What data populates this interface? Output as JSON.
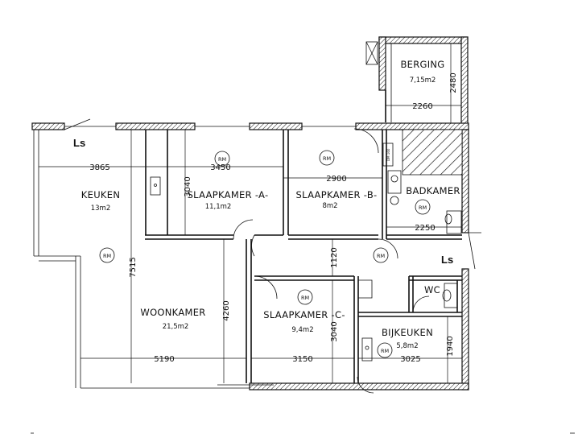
{
  "rooms": {
    "berging": {
      "name": "BERGING",
      "area": "7,15m2"
    },
    "keuken": {
      "name": "KEUKEN",
      "area": "13m2"
    },
    "slaapkamer_a": {
      "name": "SLAAPKAMER -A-",
      "area": "11,1m2"
    },
    "slaapkamer_b": {
      "name": "SLAAPKAMER -B-",
      "area": "8m2"
    },
    "badkamer": {
      "name": "BADKAMER"
    },
    "woonkamer": {
      "name": "WOONKAMER",
      "area": "21,5m2"
    },
    "slaapkamer_c": {
      "name": "SLAAPKAMER -C-",
      "area": "9,4m2"
    },
    "bijkeuken": {
      "name": "BIJKEUKEN",
      "area": "5,8m2"
    },
    "wc": {
      "name": "WC"
    }
  },
  "dimensions": {
    "berging_width": "2260",
    "berging_depth": "2480",
    "keuken_width": "3865",
    "slaapkamer_a_width": "3450",
    "slaapkamer_a_depth": "3040",
    "slaapkamer_b_width": "2900",
    "badkamer_width": "2250",
    "woonkamer_depth_total": "7515",
    "hall_gap": "1120",
    "woonkamer_lower_depth": "4260",
    "woonkamer_width": "5190",
    "slaapkamer_c_width": "3150",
    "slaapkamer_c_depth": "3040",
    "bijkeuken_width": "3025",
    "bijkeuken_depth": "1940"
  },
  "symbols": {
    "rm": "RM",
    "ls": "Ls",
    "dm": "DM 160"
  }
}
